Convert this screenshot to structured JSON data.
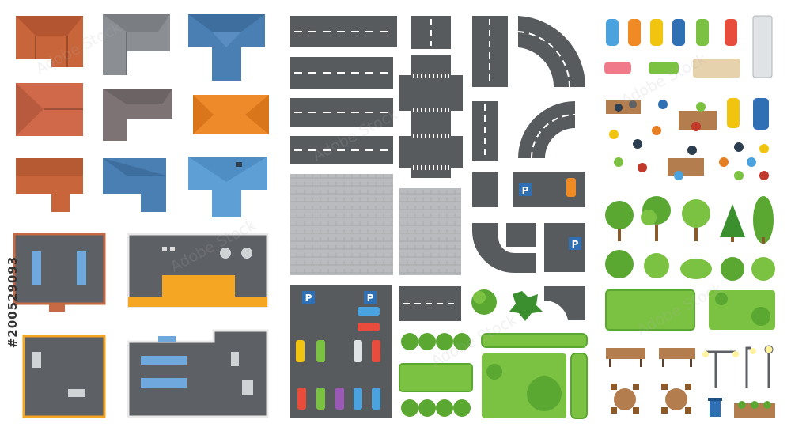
{
  "stock_id": "#200529093",
  "watermark": "Adobe Stock",
  "colors": {
    "road": "#585b5e",
    "road_line": "#ffffff",
    "pavement": "#b7b9bc",
    "roof_gray": "#5d6064",
    "grass": "#7cc242",
    "tree_dark": "#3b8f2e",
    "parking_sign": "#2f6fb4"
  },
  "parking_label": "P",
  "icons": [
    "house-roof-icon",
    "building-roof-icon",
    "road-tile-icon",
    "crossroad-icon",
    "curve-road-icon",
    "pavement-tile-icon",
    "parking-lot-icon",
    "car-icon",
    "truck-icon",
    "bench-icon",
    "person-icon",
    "tree-icon",
    "bush-icon",
    "lawn-icon",
    "street-lamp-icon",
    "trash-bin-icon",
    "flower-bed-icon",
    "cafe-table-icon"
  ]
}
